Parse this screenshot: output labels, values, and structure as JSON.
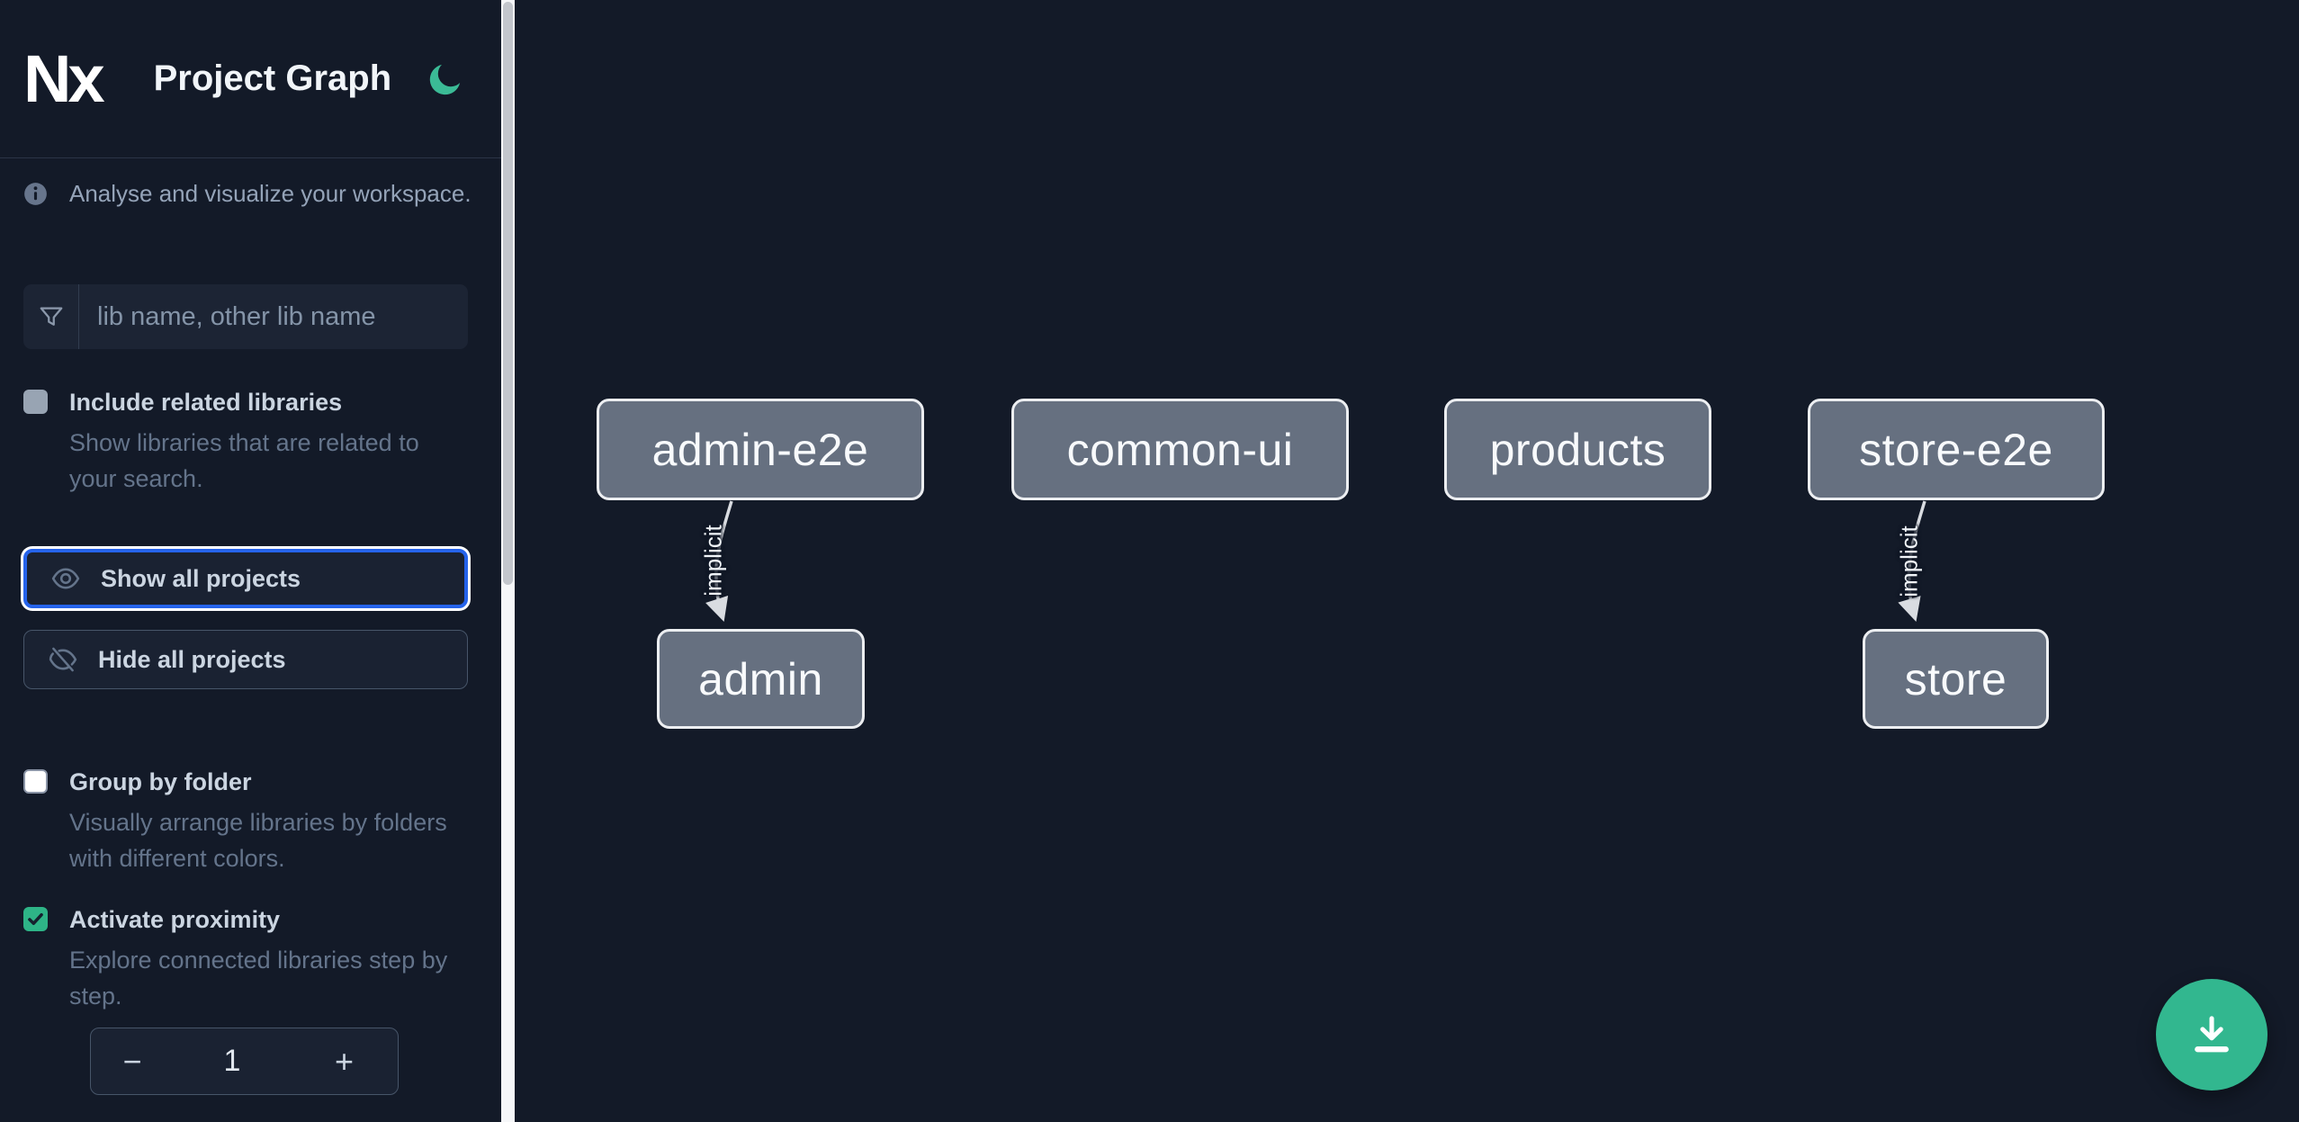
{
  "header": {
    "logo_text": "Nx",
    "title": "Project Graph"
  },
  "info": {
    "text": "Analyse and visualize your workspace."
  },
  "search": {
    "placeholder": "lib name, other lib name",
    "value": ""
  },
  "options": {
    "include_related": {
      "label": "Include related libraries",
      "description": "Show libraries that are related to your search.",
      "checked": false
    },
    "group_by_folder": {
      "label": "Group by folder",
      "description": "Visually arrange libraries by folders with different colors.",
      "checked": false
    },
    "activate_proximity": {
      "label": "Activate proximity",
      "description": "Explore connected libraries step by step.",
      "checked": true
    }
  },
  "buttons": {
    "show_all": "Show all projects",
    "hide_all": "Hide all projects"
  },
  "stepper": {
    "decrement": "−",
    "value": "1",
    "increment": "+"
  },
  "graph": {
    "nodes": [
      {
        "label": "admin-e2e"
      },
      {
        "label": "common-ui"
      },
      {
        "label": "products"
      },
      {
        "label": "store-e2e"
      },
      {
        "label": "admin"
      },
      {
        "label": "store"
      }
    ],
    "edges": [
      {
        "from": "admin-e2e",
        "to": "admin",
        "label": "implicit"
      },
      {
        "from": "store-e2e",
        "to": "store",
        "label": "implicit"
      }
    ]
  },
  "colors": {
    "background": "#131a28",
    "accent_green": "#32b78f",
    "focus_blue": "#2563eb",
    "node_fill": "#667080",
    "node_border": "#eceef1",
    "edge": "#d9dce1"
  }
}
